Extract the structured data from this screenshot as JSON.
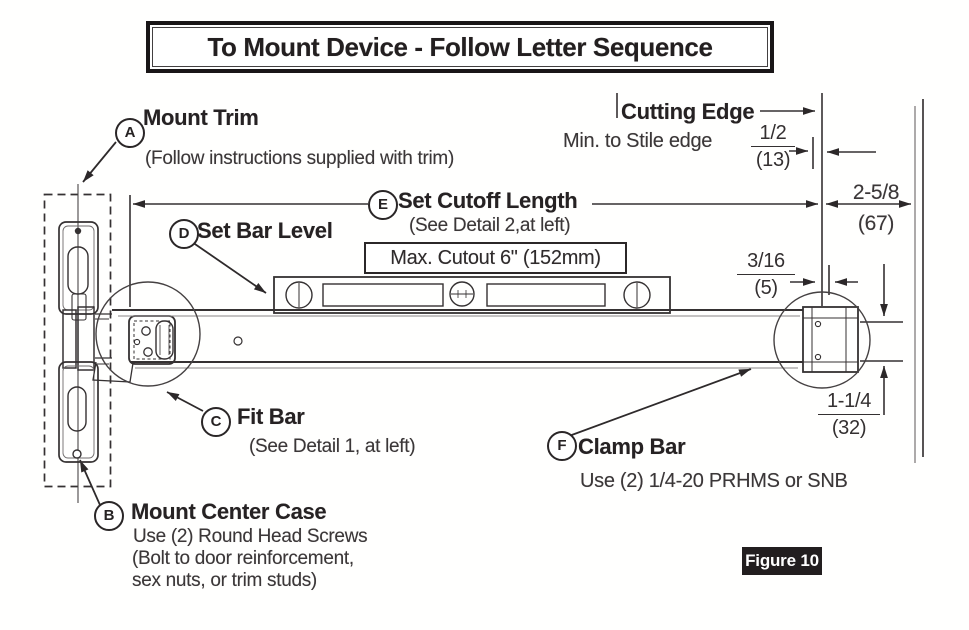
{
  "title": "To Mount Device - Follow Letter Sequence",
  "figure": {
    "label": "Figure 10"
  },
  "steps": {
    "a": {
      "letter": "A",
      "label": "Mount Trim",
      "note": "(Follow instructions supplied with trim)"
    },
    "b": {
      "letter": "B",
      "label": "Mount Center Case",
      "note1": "Use (2) Round Head Screws",
      "note2": "(Bolt to door reinforcement,",
      "note3": "sex nuts, or trim studs)"
    },
    "c": {
      "letter": "C",
      "label": "Fit Bar",
      "note": "(See Detail 1, at left)"
    },
    "d": {
      "letter": "D",
      "label": "Set Bar Level"
    },
    "e": {
      "letter": "E",
      "label": "Set Cutoff Length",
      "note": "(See Detail 2,at left)",
      "callout": "Max. Cutout 6\" (152mm)"
    },
    "f": {
      "letter": "F",
      "label": "Clamp Bar",
      "note": "Use (2) 1/4-20 PRHMS or SNB"
    }
  },
  "dims": {
    "cutting_edge_label": "Cutting Edge",
    "min_stile_label": "Min. to Stile edge",
    "min_stile_num": "1/2",
    "min_stile_mm": "(13)",
    "edge_num": "2-5/8",
    "edge_mm": "(67)",
    "reveal_num": "3/16",
    "reveal_mm": "(5)",
    "height_num": "1-1/4",
    "height_mm": "(32)"
  },
  "colors": {
    "ink": "#2e2e2e",
    "badge_bg": "#221e1f",
    "badge_fg": "#ffffff",
    "paper": "#ffffff"
  }
}
